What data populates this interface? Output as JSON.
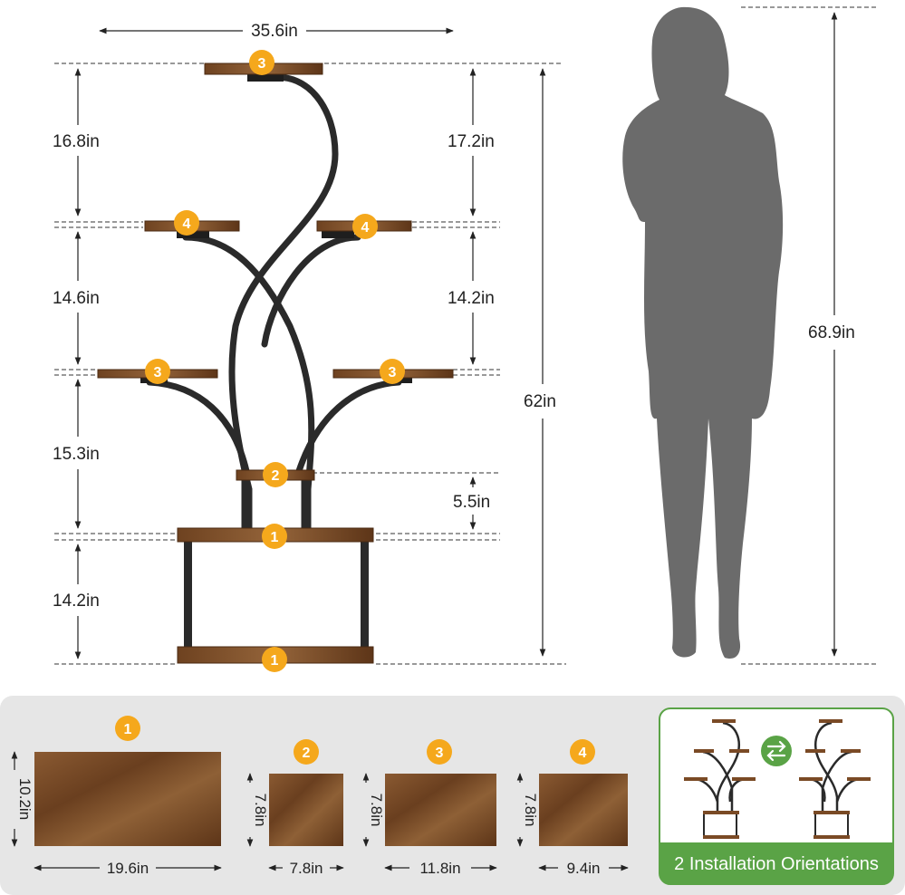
{
  "dimensions": {
    "total_width": "35.6in",
    "top_gap_left": "16.8in",
    "top_gap_right": "17.2in",
    "mid_gap_left": "14.6in",
    "mid_gap_right": "14.2in",
    "lower_gap_left": "15.3in",
    "small_shelf_gap": "5.5in",
    "base_gap": "14.2in",
    "overall_height": "62in",
    "person_height": "68.9in"
  },
  "shelf_badges": [
    "3",
    "4",
    "4",
    "3",
    "3",
    "2",
    "1",
    "1"
  ],
  "shelves": [
    {
      "badge": "1",
      "width": "19.6in",
      "depth": "10.2in"
    },
    {
      "badge": "2",
      "width": "7.8in",
      "depth": "7.8in"
    },
    {
      "badge": "3",
      "width": "11.8in",
      "depth": "7.8in"
    },
    {
      "badge": "4",
      "width": "9.4in",
      "depth": "7.8in"
    }
  ],
  "orientation": {
    "banner": "2 Installation Orientations",
    "swap_icon": "swap-arrows-icon"
  },
  "colors": {
    "badge": "#F5A81C",
    "wood": "#7A4A25",
    "metal": "#2a2a2a",
    "silhouette": "#6b6b6b",
    "panel": "#e6e6e6",
    "accent_green": "#5aa346"
  }
}
